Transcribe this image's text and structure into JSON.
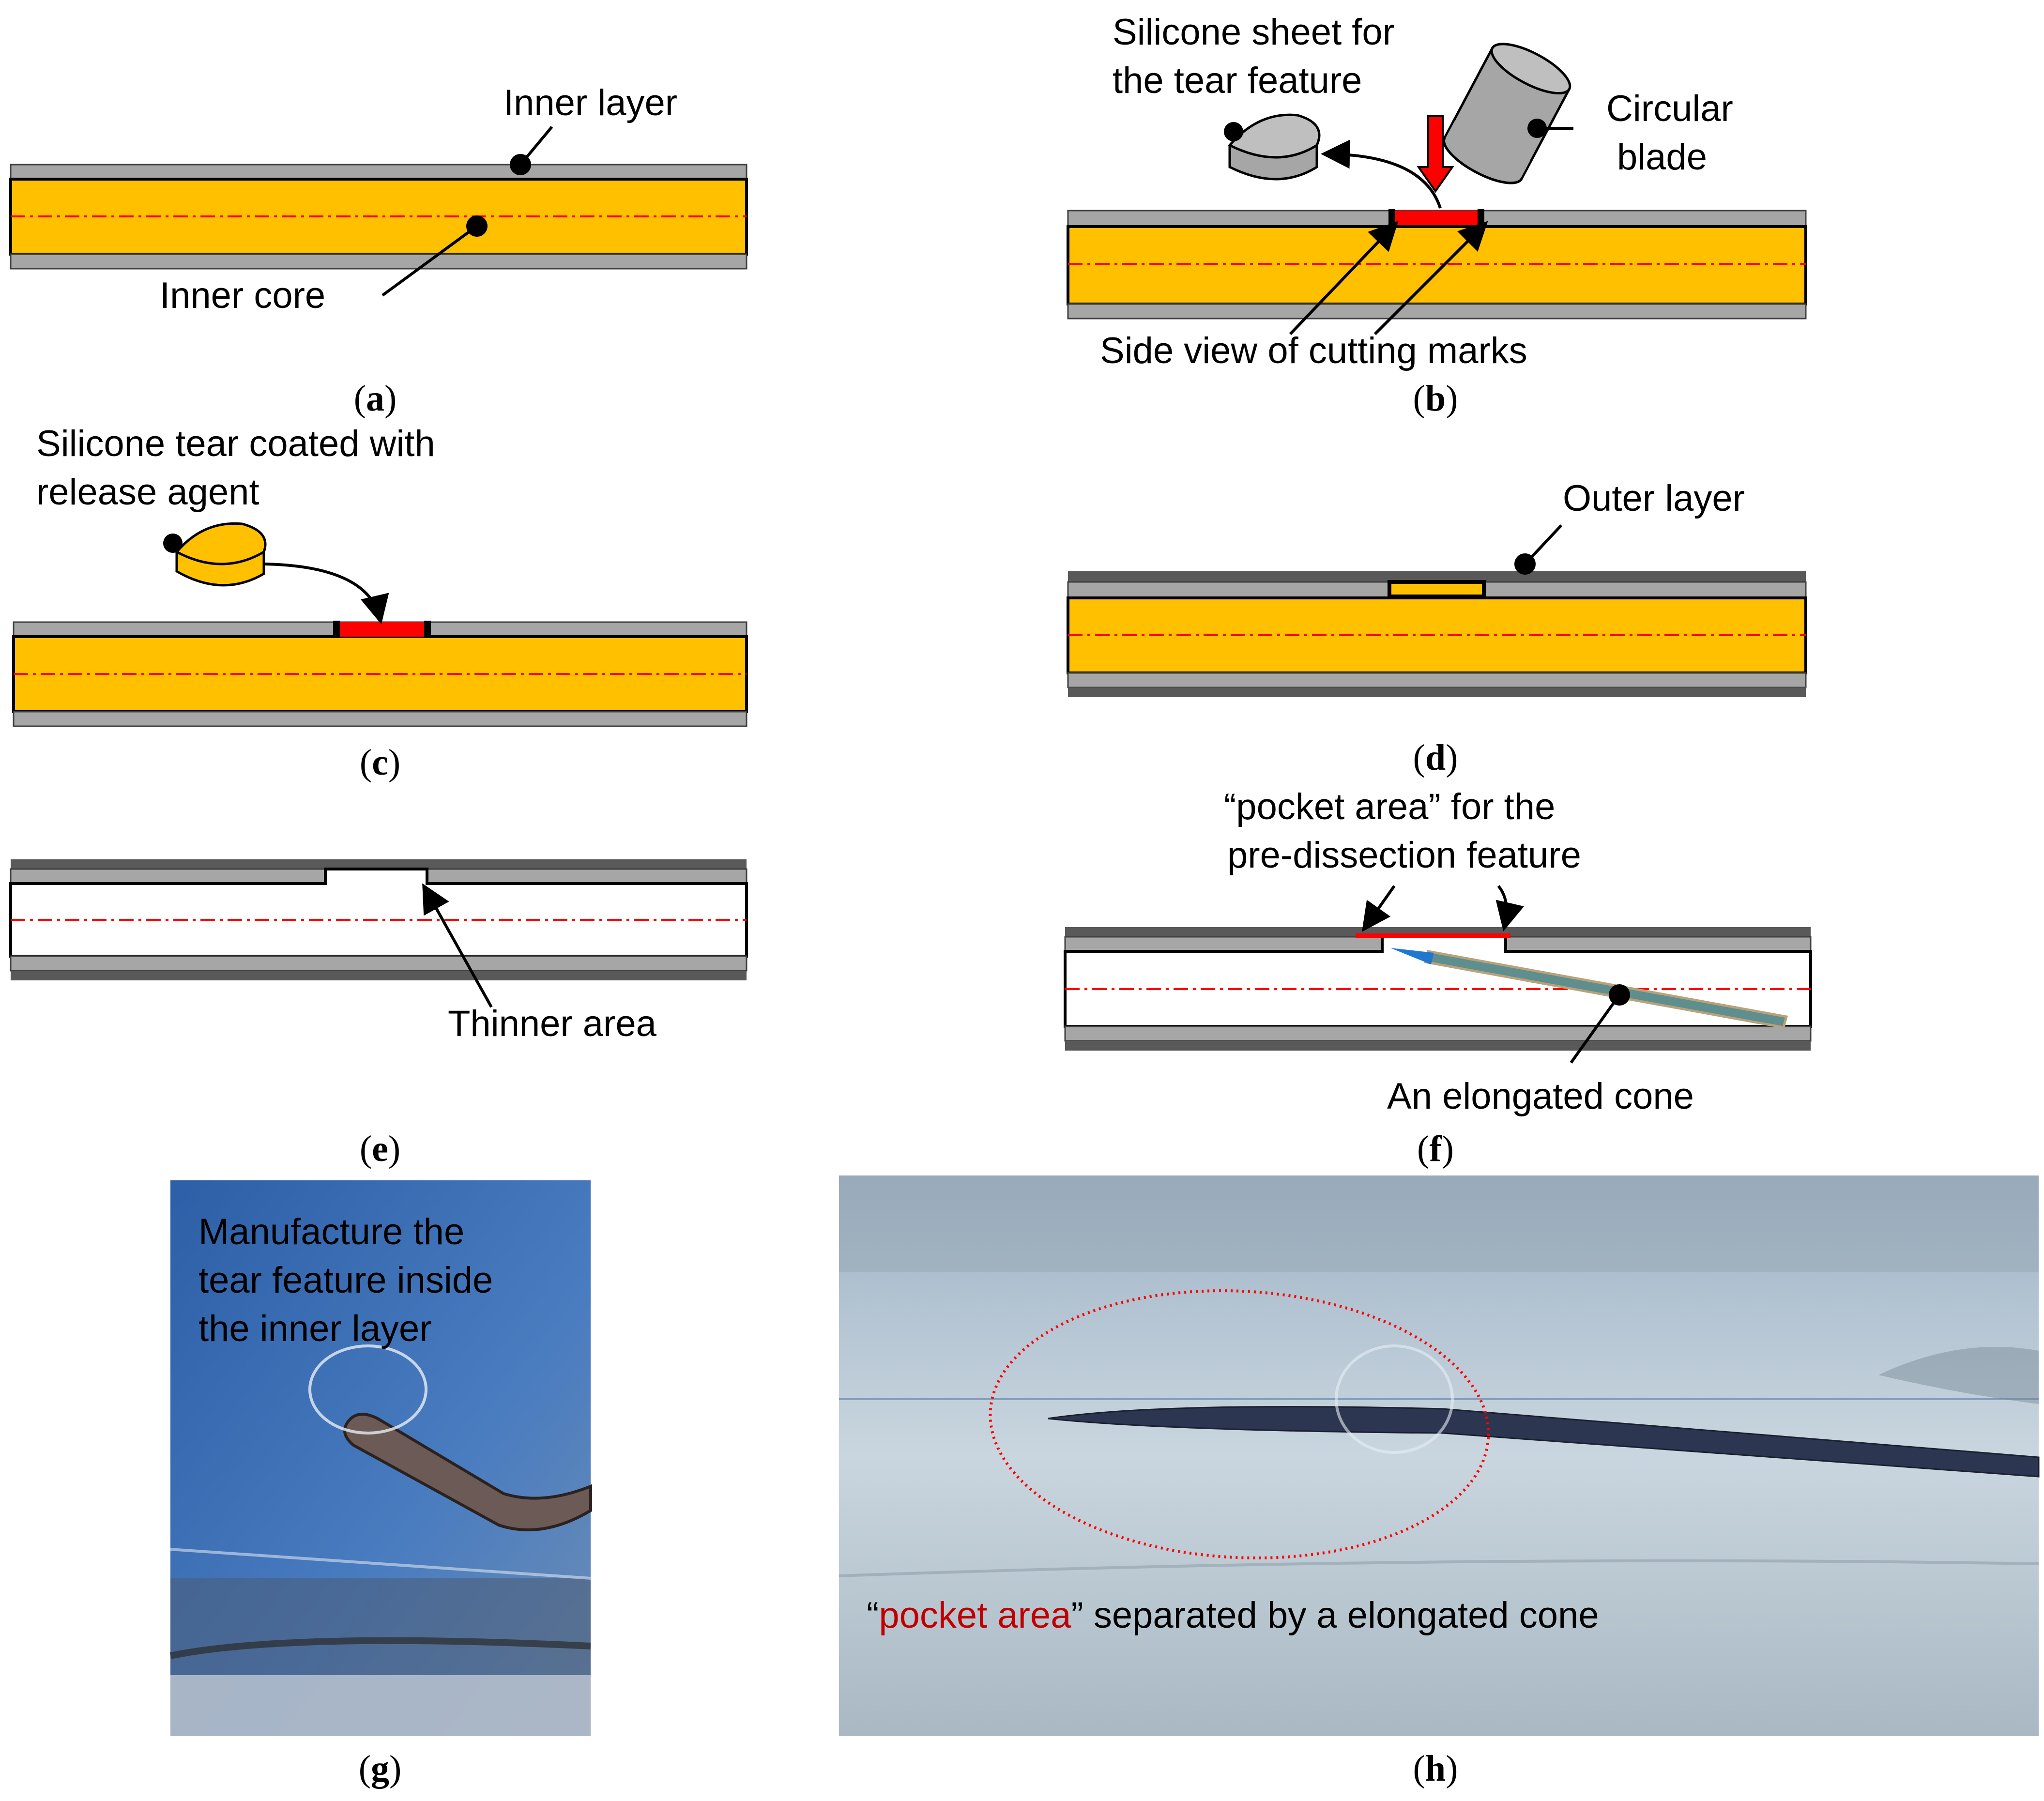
{
  "panels": {
    "a": {
      "caption": "a",
      "labels": {
        "inner_layer": "Inner layer",
        "inner_core": "Inner core"
      }
    },
    "b": {
      "caption": "b",
      "labels": {
        "sheet_line1": "Silicone sheet for",
        "sheet_line2": "the tear feature",
        "blade_line1": "Circular",
        "blade_line2": "blade",
        "cutting_marks": "Side view of cutting marks"
      }
    },
    "c": {
      "caption": "c",
      "labels": {
        "tear_line1": "Silicone tear coated with",
        "tear_line2": "release agent"
      }
    },
    "d": {
      "caption": "d",
      "labels": {
        "outer_layer": "Outer layer"
      }
    },
    "e": {
      "caption": "e",
      "labels": {
        "thinner_area": "Thinner area"
      }
    },
    "f": {
      "caption": "f",
      "labels": {
        "pocket_line1": "“pocket area” for the",
        "pocket_line2": "pre-dissection feature",
        "cone": "An elongated cone"
      }
    },
    "g": {
      "caption": "g",
      "labels": {
        "line1": "Manufacture the",
        "line2": "tear feature inside",
        "line3": "the inner layer"
      }
    },
    "h": {
      "caption": "h",
      "labels": {
        "quote_open": "“",
        "highlight": "pocket area",
        "rest": "” separated by a elongated cone"
      }
    }
  },
  "colors": {
    "core": "#FFC000",
    "layer": "#A6A6A6",
    "outer_layer": "#595959",
    "cut": "#FF0000",
    "centerline": "#FF0000",
    "arrow_blue": "#1F77D0",
    "highlight_text": "#C00000"
  }
}
